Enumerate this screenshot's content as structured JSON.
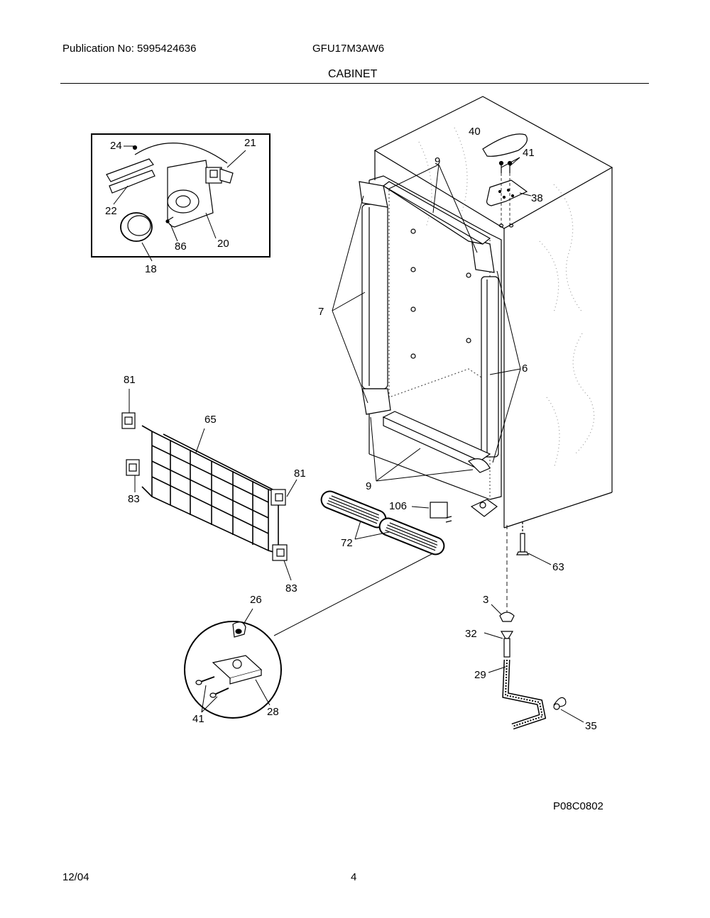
{
  "header": {
    "publication": "Publication No: 5995424636",
    "model": "GFU17M3AW6",
    "section": "CABINET"
  },
  "callouts": {
    "c40": "40",
    "c41a": "41",
    "c38": "38",
    "c9a": "9",
    "c7": "7",
    "c6": "6",
    "c9b": "9",
    "c106": "106",
    "c72": "72",
    "c63": "63",
    "c3": "3",
    "c32": "32",
    "c29": "29",
    "c35": "35",
    "c81a": "81",
    "c65": "65",
    "c83a": "83",
    "c81b": "81",
    "c83b": "83",
    "c24": "24",
    "c21": "21",
    "c22": "22",
    "c86": "86",
    "c20": "20",
    "c18": "18",
    "c26": "26",
    "c28": "28",
    "c41b": "41"
  },
  "figure_code": "P08C0802",
  "footer": {
    "date": "12/04",
    "page": "4"
  }
}
